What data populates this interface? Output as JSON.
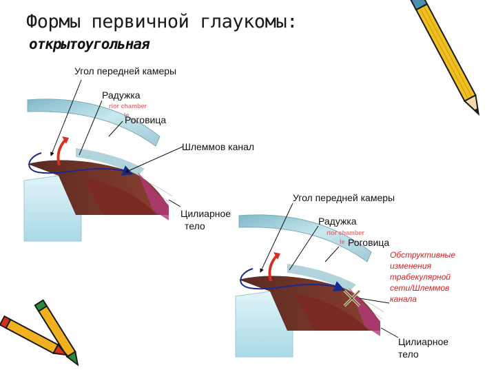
{
  "slide": {
    "title": "Формы первичной глаукомы:",
    "subtitle": "открытоугольная"
  },
  "diagram_top": {
    "angle_label": "Угол передней камеры",
    "iris_label": "Радужка",
    "cornea_label": "Роговица",
    "schlemm_label": "Шлеммов канал",
    "ciliary_label_line1": "Цилиарное",
    "ciliary_label_line2": "тело",
    "ghost_text_1": "rior chamber",
    "ghost_text_2": "le"
  },
  "diagram_bottom": {
    "angle_label": "Угол передней камеры",
    "iris_label": "Радужка",
    "cornea_label": "Роговица",
    "obstruction_note": "Обструктивные изменения трабекулярной сети/Шлеммов канала",
    "ciliary_label_line1": "Цилиарное",
    "ciliary_label_line2": "тело",
    "ghost_text_1": "rior chamber",
    "ghost_text_2": "le"
  },
  "colors": {
    "cornea": "#a8d4dc",
    "iris": "#7a3a2e",
    "ciliary": "#8a2a20",
    "aqueous_flow": "#1a2a8a",
    "flow_arrow": "#d83020",
    "note_red": "#d22222",
    "pencil_yellow": "#f0c020"
  }
}
